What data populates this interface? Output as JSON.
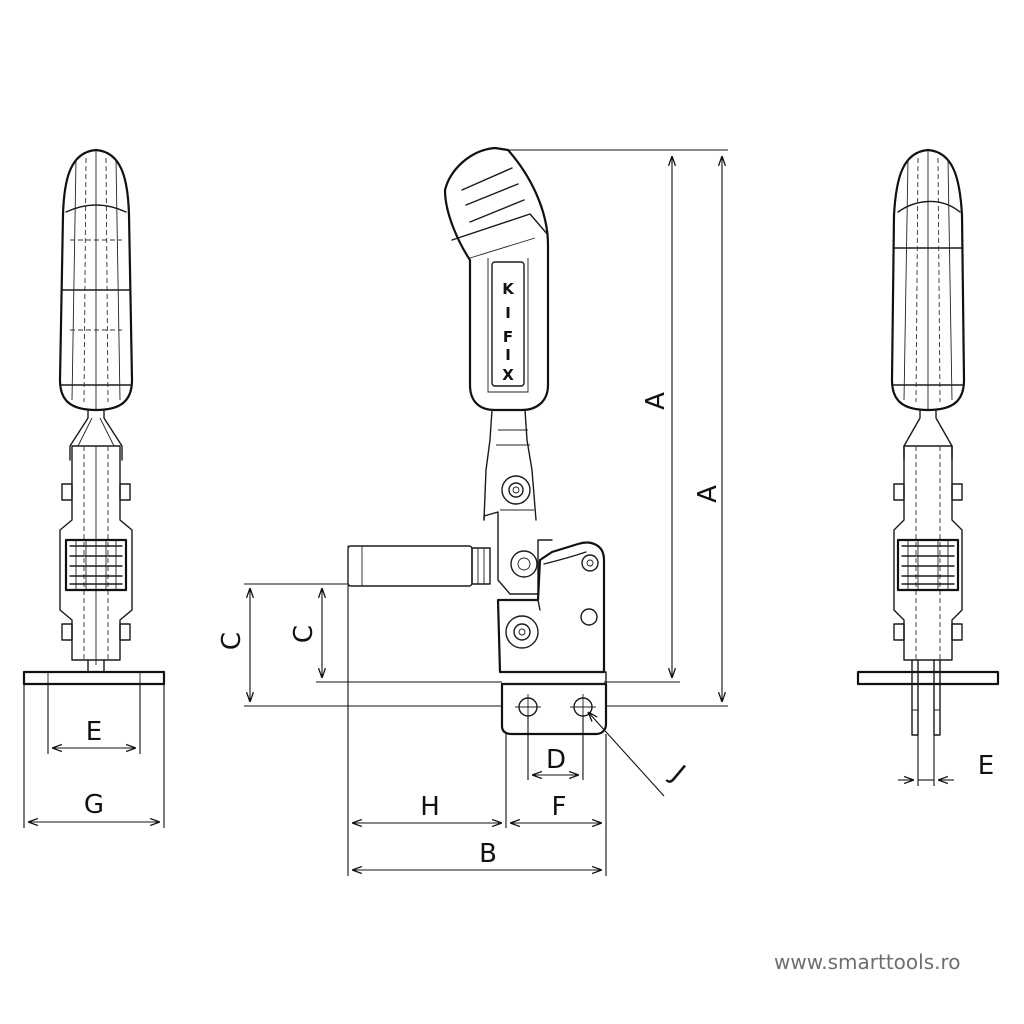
{
  "brand_mark": "KIFIX",
  "dimension_labels": {
    "A_inner": "A",
    "A_outer": "A",
    "B": "B",
    "C_outer": "C",
    "C_inner": "C",
    "D": "D",
    "E_left": "E",
    "E_right": "E",
    "F": "F",
    "G": "G",
    "H": "H",
    "J": "J"
  },
  "website": "www.smarttools.ro"
}
